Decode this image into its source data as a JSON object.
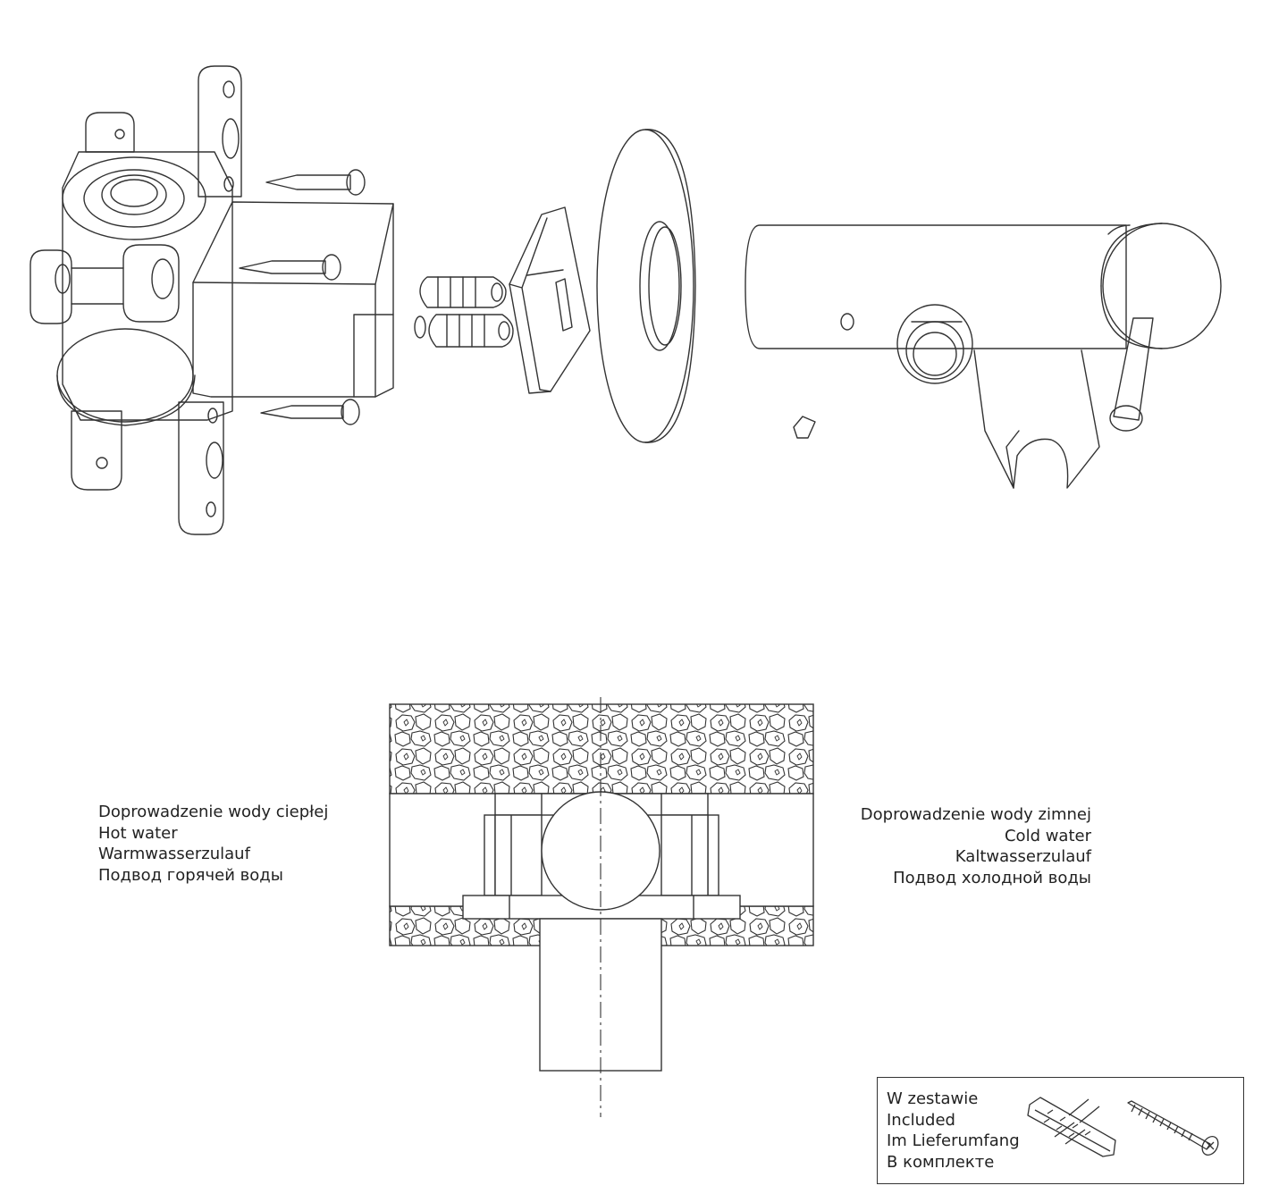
{
  "hot_water": {
    "lines": [
      "Doprowadzenie wody ciepłej",
      "Hot water",
      "Warmwasserzulauf",
      "Подвод горячей воды"
    ]
  },
  "cold_water": {
    "lines": [
      "Doprowadzenie wody zimnej",
      "Cold water",
      "Kaltwasserzulauf",
      "Подвод холодной воды"
    ]
  },
  "included": {
    "lines": [
      "W zestawie",
      "Included",
      "Im Lieferumfang",
      "В комплекте"
    ]
  },
  "colors": {
    "line": "#333333",
    "background": "#ffffff"
  }
}
